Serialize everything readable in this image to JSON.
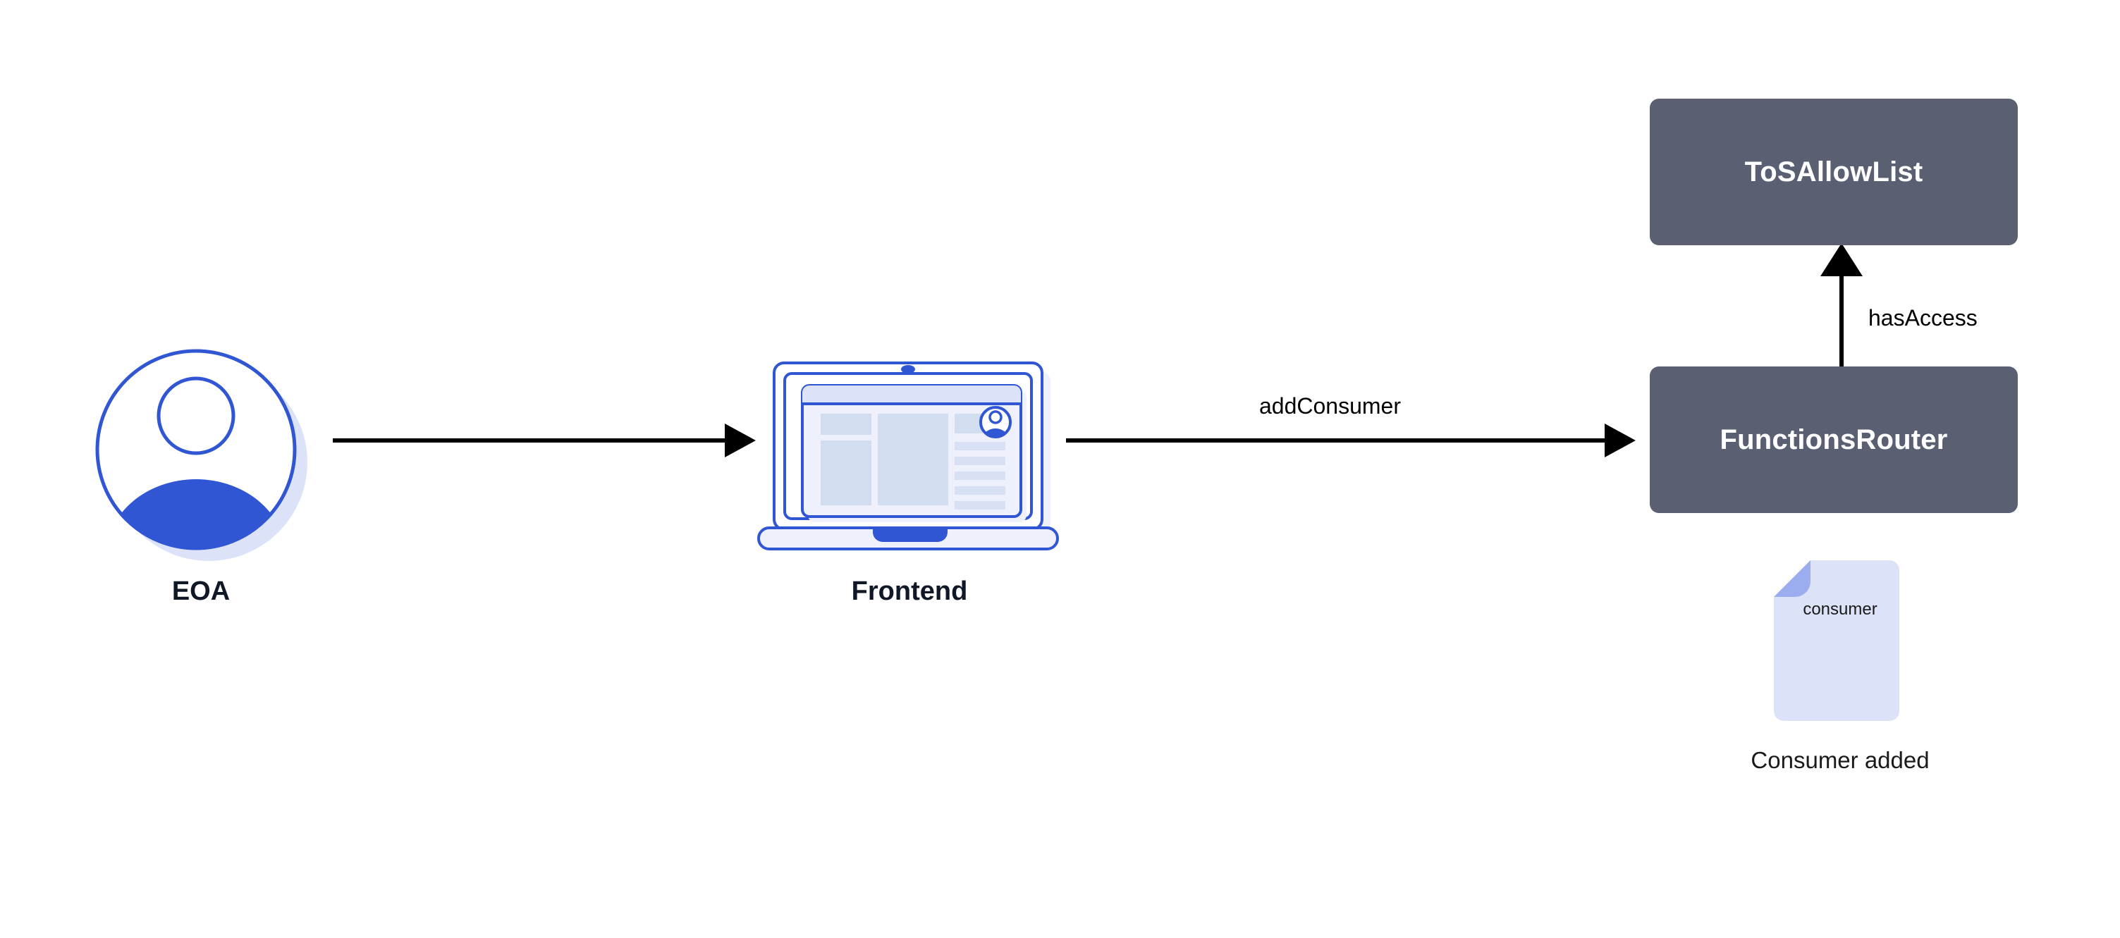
{
  "diagram": {
    "title": "Chainlink Functions addConsumer flow",
    "background_color": "#ffffff",
    "colors": {
      "contract_fill": "#5a6072",
      "contract_text": "#ffffff",
      "brand_blue": "#3056d3",
      "light_blue": "#dce3f8",
      "pale_blue": "#e8edfa",
      "fold_blue": "#9badef",
      "arrow_black": "#000000",
      "caption_dark": "#101828"
    }
  },
  "nodes": {
    "eoa": {
      "label": "EOA",
      "icon": "user-avatar-icon"
    },
    "frontend": {
      "label": "Frontend",
      "icon": "laptop-icon"
    },
    "tos_allow_list": {
      "label": "ToSAllowList"
    },
    "functions_router": {
      "label": "FunctionsRouter"
    },
    "consumer_document": {
      "label": "consumer",
      "caption": "Consumer added",
      "icon": "document-icon"
    }
  },
  "edges": {
    "eoa_to_frontend": {
      "label": "",
      "direction": "right"
    },
    "frontend_to_router": {
      "label": "addConsumer",
      "direction": "right"
    },
    "router_to_allowlist": {
      "label": "hasAccess",
      "direction": "up"
    }
  }
}
